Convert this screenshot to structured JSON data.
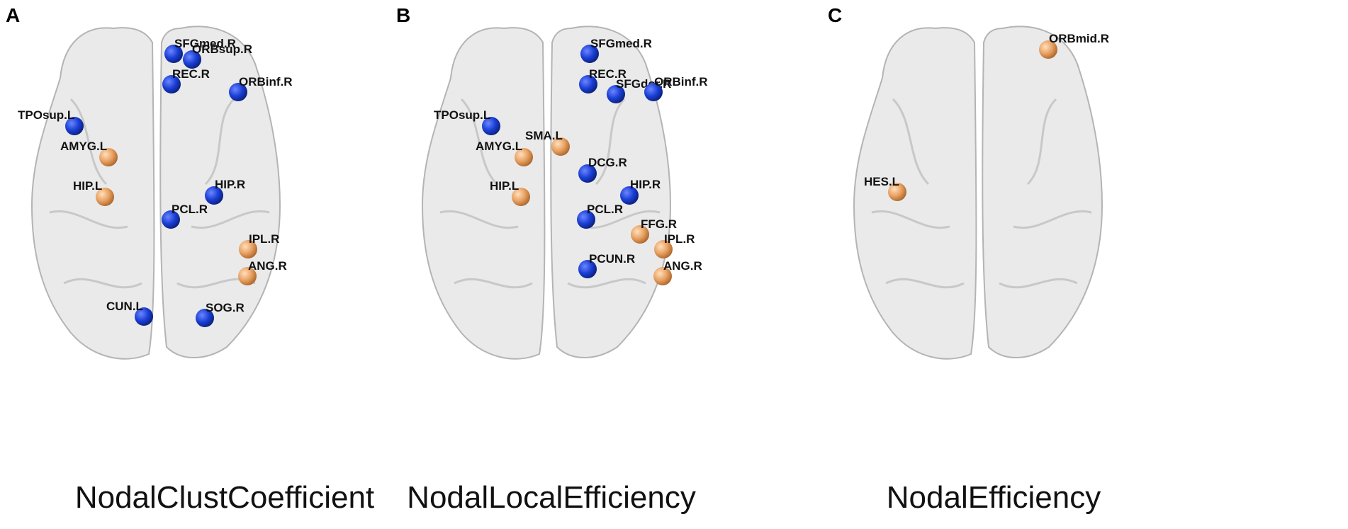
{
  "figure": {
    "panels": [
      {
        "letter": "A",
        "caption": "NodalClustCoefficient",
        "nodes": [
          {
            "label": "SFGmed.R",
            "color": "blue"
          },
          {
            "label": "ORBsup.R",
            "color": "blue"
          },
          {
            "label": "REC.R",
            "color": "blue"
          },
          {
            "label": "ORBinf.R",
            "color": "blue"
          },
          {
            "label": "TPOsup.L",
            "color": "blue"
          },
          {
            "label": "AMYG.L",
            "color": "orange"
          },
          {
            "label": "HIP.L",
            "color": "orange"
          },
          {
            "label": "HIP.R",
            "color": "blue"
          },
          {
            "label": "PCL.R",
            "color": "blue"
          },
          {
            "label": "IPL.R",
            "color": "orange"
          },
          {
            "label": "ANG.R",
            "color": "orange"
          },
          {
            "label": "CUN.L",
            "color": "blue"
          },
          {
            "label": "SOG.R",
            "color": "blue"
          }
        ]
      },
      {
        "letter": "B",
        "caption": "NodalLocalEfficiency",
        "nodes": [
          {
            "label": "SFGmed.R",
            "color": "blue"
          },
          {
            "label": "REC.R",
            "color": "blue"
          },
          {
            "label": "SFGdor.R",
            "color": "blue"
          },
          {
            "label": "ORBinf.R",
            "color": "blue"
          },
          {
            "label": "TPOsup.L",
            "color": "blue"
          },
          {
            "label": "SMA.L",
            "color": "orange"
          },
          {
            "label": "AMYG.L",
            "color": "orange"
          },
          {
            "label": "DCG.R",
            "color": "blue"
          },
          {
            "label": "HIP.L",
            "color": "orange"
          },
          {
            "label": "HIP.R",
            "color": "blue"
          },
          {
            "label": "PCL.R",
            "color": "blue"
          },
          {
            "label": "FFG.R",
            "color": "orange"
          },
          {
            "label": "IPL.R",
            "color": "orange"
          },
          {
            "label": "PCUN.R",
            "color": "blue"
          },
          {
            "label": "ANG.R",
            "color": "orange"
          }
        ]
      },
      {
        "letter": "C",
        "caption": "NodalEfficiency",
        "nodes": [
          {
            "label": "ORBmid.R",
            "color": "orange"
          },
          {
            "label": "HES.L",
            "color": "orange"
          }
        ]
      }
    ],
    "colors": {
      "blue": "#1a3fd6",
      "orange": "#e8a060",
      "brain_fill": "#e6e6e6",
      "brain_stroke": "#b4b4b4"
    }
  }
}
